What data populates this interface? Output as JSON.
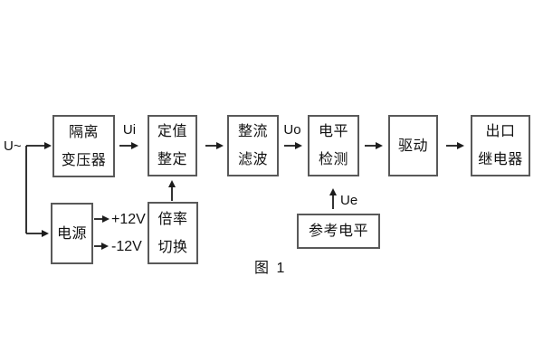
{
  "diagram": {
    "caption": "图 1",
    "signal_labels": {
      "input": "U~",
      "ui": "Ui",
      "uo": "Uo",
      "ue": "Ue",
      "plus_12v": "+12V",
      "minus_12v": "-12V"
    },
    "blocks": {
      "isolation_transformer": {
        "line1": "隔离",
        "line2": "变压器"
      },
      "value_setting": {
        "line1": "定值",
        "line2": "整定"
      },
      "rectifier_filter": {
        "line1": "整流",
        "line2": "滤波"
      },
      "level_detection": {
        "line1": "电平",
        "line2": "检测"
      },
      "driver": {
        "line1": "驱动"
      },
      "output_relay": {
        "line1": "出口",
        "line2": "继电器"
      },
      "power_supply": {
        "line1": "电源"
      },
      "ratio_switching": {
        "line1": "倍率",
        "line2": "切换"
      },
      "reference_level": {
        "line1": "参考电平"
      }
    },
    "colors": {
      "connector_line": "#1c1c1c",
      "box_border": "#595959",
      "text": "#111111",
      "background": "#ffffff"
    }
  }
}
